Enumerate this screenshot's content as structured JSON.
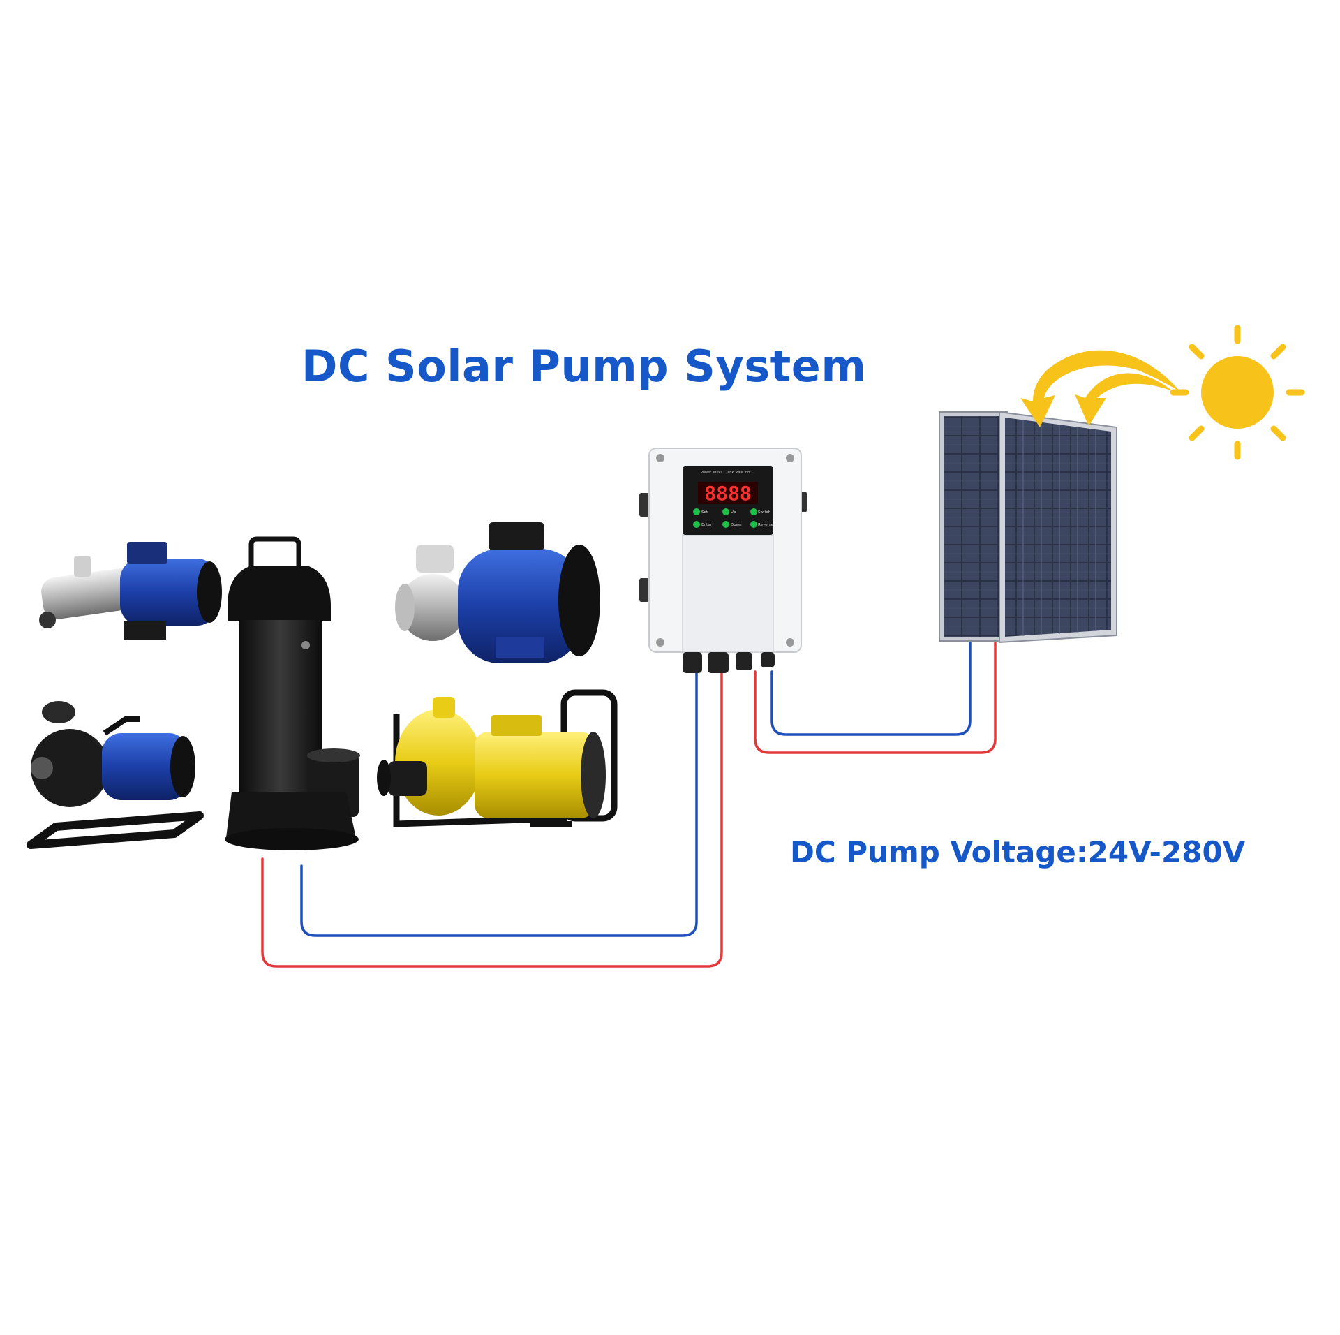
{
  "title": "DC Solar Pump System",
  "voltage_label": "DC Pump Voltage:24V-280V",
  "controller": {
    "display": "8888",
    "indicators": [
      "Power",
      "MPPT",
      "Tank",
      "Well",
      "Err"
    ],
    "buttons": [
      "Set",
      "Up",
      "Switch",
      "Enter",
      "Down",
      "Reverse"
    ]
  },
  "colors": {
    "title": "#1658c8",
    "wire_positive": "#e23a3a",
    "wire_negative": "#1f4fb8",
    "sun": "#f7c21a"
  },
  "icons": [
    "sun-icon",
    "solar-panel-icon",
    "controller-icon",
    "pump-icon"
  ]
}
